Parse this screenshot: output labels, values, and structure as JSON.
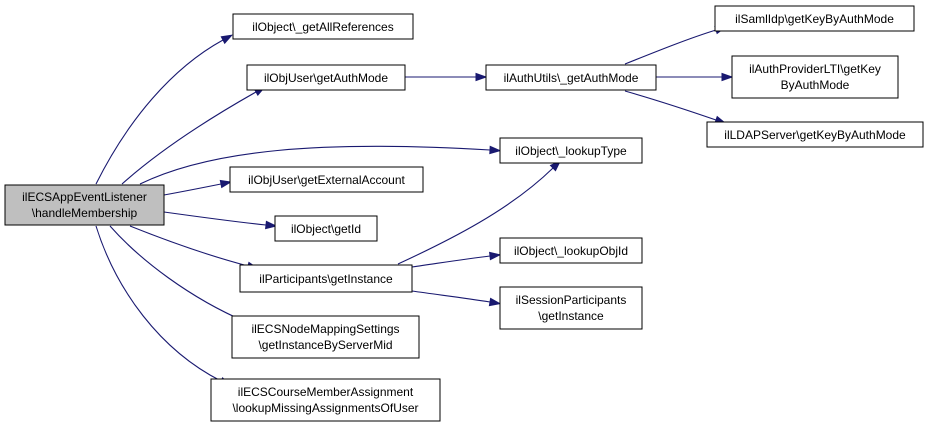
{
  "colors": {
    "edge": "#191970",
    "root_fill": "#bfbfbf",
    "node_fill": "#ffffff",
    "border": "#000000"
  },
  "nodes": {
    "handle_membership": {
      "lines": [
        "ilECSAppEventListener",
        "\\handleMembership"
      ]
    },
    "get_all_references": {
      "lines": [
        "ilObject\\_getAllReferences"
      ]
    },
    "obj_user_get_auth_mode": {
      "lines": [
        "ilObjUser\\getAuthMode"
      ]
    },
    "auth_utils_get_auth_mode": {
      "lines": [
        "ilAuthUtils\\_getAuthMode"
      ]
    },
    "saml_idp_get_key": {
      "lines": [
        "ilSamlIdp\\getKeyByAuthMode"
      ]
    },
    "auth_provider_lti_get_key": {
      "lines": [
        "ilAuthProviderLTI\\getKey",
        "ByAuthMode"
      ]
    },
    "ldap_server_get_key": {
      "lines": [
        "ilLDAPServer\\getKeyByAuthMode"
      ]
    },
    "lookup_type": {
      "lines": [
        "ilObject\\_lookupType"
      ]
    },
    "get_external_account": {
      "lines": [
        "ilObjUser\\getExternalAccount"
      ]
    },
    "get_id": {
      "lines": [
        "ilObject\\getId"
      ]
    },
    "participants_get_instance": {
      "lines": [
        "ilParticipants\\getInstance"
      ]
    },
    "lookup_obj_id": {
      "lines": [
        "ilObject\\_lookupObjId"
      ]
    },
    "session_participants_get_instance": {
      "lines": [
        "ilSessionParticipants",
        "\\getInstance"
      ]
    },
    "node_mapping_settings": {
      "lines": [
        "ilECSNodeMappingSettings",
        "\\getInstanceByServerMid"
      ]
    },
    "course_member_assignment": {
      "lines": [
        "ilECSCourseMemberAssignment",
        "\\lookupMissingAssignmentsOfUser"
      ]
    }
  },
  "edges": [
    [
      "handle_membership",
      "get_all_references"
    ],
    [
      "handle_membership",
      "obj_user_get_auth_mode"
    ],
    [
      "handle_membership",
      "lookup_type"
    ],
    [
      "handle_membership",
      "get_external_account"
    ],
    [
      "handle_membership",
      "get_id"
    ],
    [
      "handle_membership",
      "participants_get_instance"
    ],
    [
      "handle_membership",
      "node_mapping_settings"
    ],
    [
      "handle_membership",
      "course_member_assignment"
    ],
    [
      "obj_user_get_auth_mode",
      "auth_utils_get_auth_mode"
    ],
    [
      "auth_utils_get_auth_mode",
      "saml_idp_get_key"
    ],
    [
      "auth_utils_get_auth_mode",
      "auth_provider_lti_get_key"
    ],
    [
      "auth_utils_get_auth_mode",
      "ldap_server_get_key"
    ],
    [
      "participants_get_instance",
      "lookup_type"
    ],
    [
      "participants_get_instance",
      "lookup_obj_id"
    ],
    [
      "participants_get_instance",
      "session_participants_get_instance"
    ]
  ]
}
